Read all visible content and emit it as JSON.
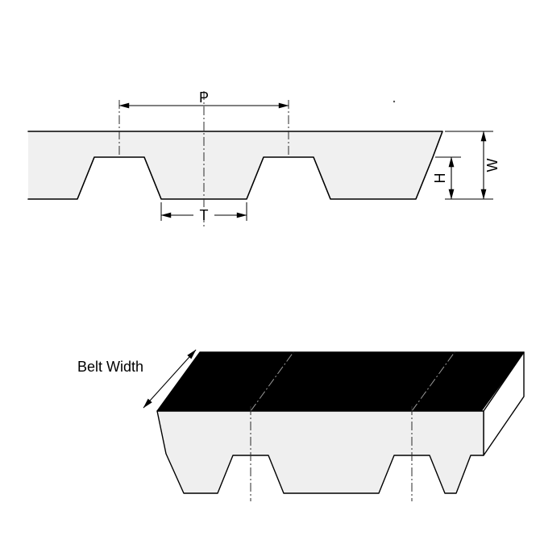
{
  "page": {
    "background": "#ffffff"
  },
  "diagram": {
    "type": "timing-belt-dimension-drawing",
    "labels": {
      "pitch": "P",
      "tooth_width": "T",
      "tooth_height": "H",
      "belt_thickness": "W",
      "belt_width": "Belt Width"
    },
    "colors": {
      "outline": "#000000",
      "belt_fill": "#f0f0f0",
      "top_face": "#000000",
      "front_face": "#efefef",
      "end_face": "#ffffff",
      "centerline": "#2a2a2a"
    }
  }
}
